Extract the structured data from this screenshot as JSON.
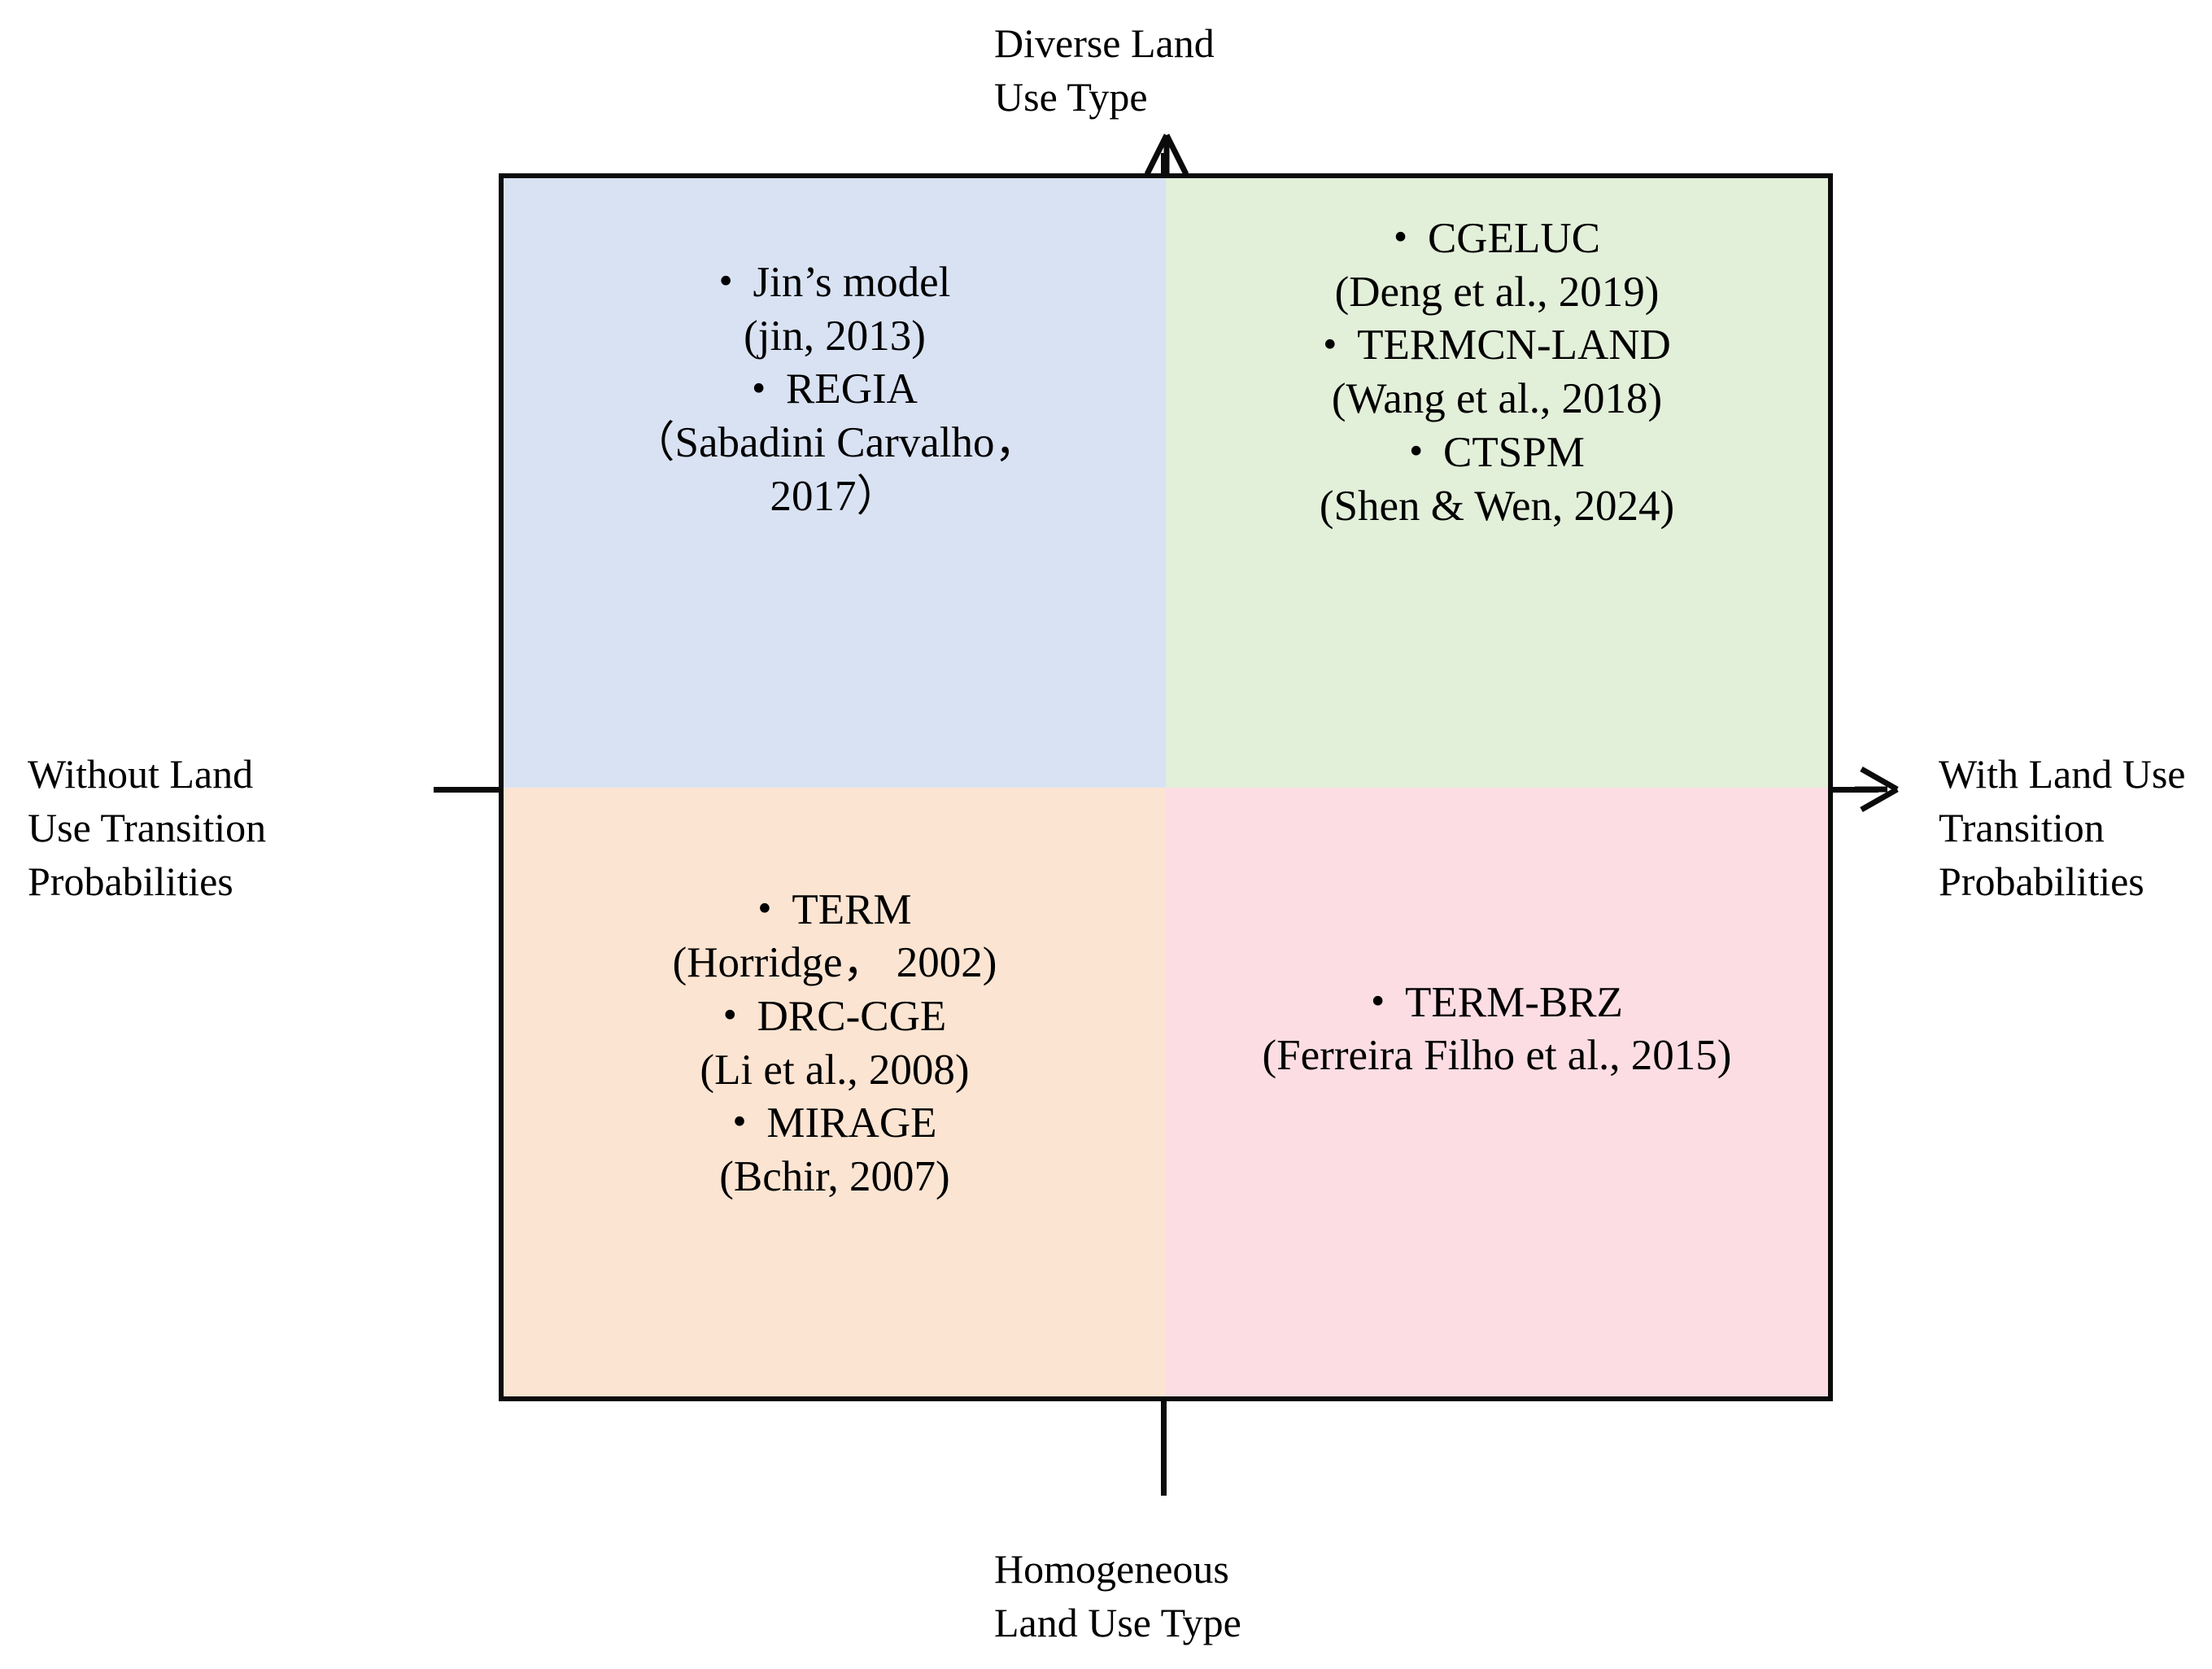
{
  "diagram": {
    "title_present": false,
    "axes": {
      "top_label": [
        "Diverse Land",
        "Use Type"
      ],
      "bottom_label": [
        "Homogeneous",
        "Land Use Type"
      ],
      "left_label": [
        "Without Land",
        "Use Transition",
        "Probabilities"
      ],
      "right_label": [
        "With Land Use",
        "Transition",
        "Probabilities"
      ],
      "vertical_axis_name": "Land Use Type diversity",
      "horizontal_axis_name": "Land Use Transition Probabilities"
    },
    "colors": {
      "top_left_fill": "#d9e2f3",
      "top_right_fill": "#e2efd9",
      "bottom_left_fill": "#fce4d2",
      "bottom_right_fill": "#fcdde4",
      "border": "#0b0b0b",
      "text": "#000000",
      "background": "#ffffff"
    },
    "bullet_glyph": "•",
    "quadrants": [
      {
        "id": "top-left",
        "position": "Diverse Land Use Type / Without Land Use Transition Probabilities",
        "fill": "#d9e2f3",
        "entries": [
          {
            "name": "Jin’s model",
            "citation": "(jin, 2013)"
          },
          {
            "name": "REGIA",
            "citation": "（Sabadini Carvalho，2017）",
            "citation_line1": "（Sabadini Carvalho，",
            "citation_line2": "2017）"
          }
        ]
      },
      {
        "id": "top-right",
        "position": "Diverse Land Use Type / With Land Use Transition Probabilities",
        "fill": "#e2efd9",
        "entries": [
          {
            "name": "CGELUC",
            "citation": "(Deng et al., 2019)"
          },
          {
            "name": "TERMCN-LAND",
            "citation": "(Wang et al., 2018)"
          },
          {
            "name": "CTSPM",
            "citation": "(Shen & Wen, 2024)"
          }
        ]
      },
      {
        "id": "bottom-left",
        "position": "Homogeneous Land Use Type / Without Land Use Transition Probabilities",
        "fill": "#fce4d2",
        "entries": [
          {
            "name": "TERM",
            "citation": "(Horridge， 2002)"
          },
          {
            "name": "DRC-CGE",
            "citation": "(Li et al., 2008)"
          },
          {
            "name": "MIRAGE",
            "citation": "(Bchir, 2007)"
          }
        ]
      },
      {
        "id": "bottom-right",
        "position": "Homogeneous Land Use Type / With Land Use Transition Probabilities",
        "fill": "#fcdde4",
        "entries": [
          {
            "name": "TERM-BRZ",
            "citation": "(Ferreira Filho et al., 2015)"
          }
        ]
      }
    ]
  }
}
